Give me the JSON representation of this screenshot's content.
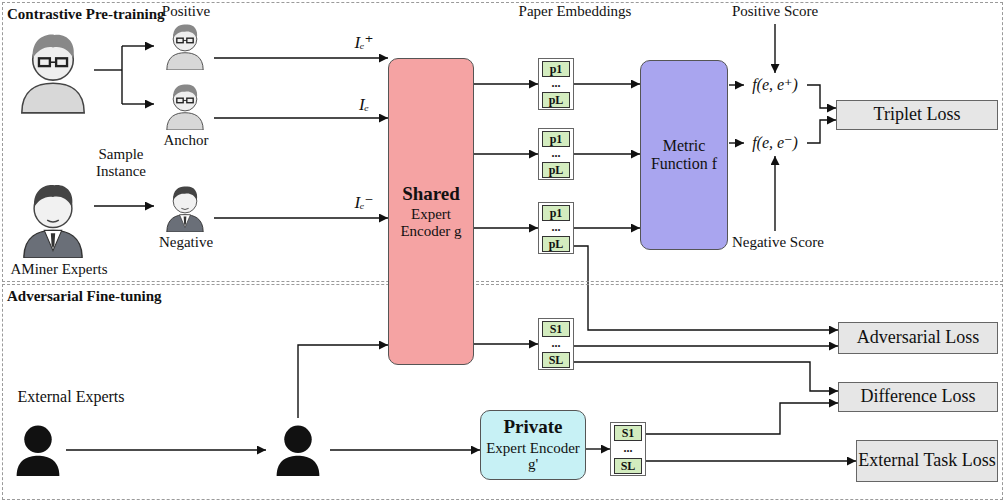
{
  "diagram": {
    "nodes": [
      {
        "text": [
          "Contrastive Pre-training"
        ]
      },
      {
        "text": [
          "Adversarial Fine-tuning"
        ]
      },
      {
        "text": [
          "Shared",
          "Expert Encoder g"
        ]
      },
      {
        "text": [
          "..."
        ],
        "in": 0
      },
      {
        "text": [
          "p1"
        ],
        "in": 3
      },
      {
        "text": [
          "pL"
        ],
        "in": 3
      },
      {
        "text": [
          "..."
        ],
        "in": 0
      },
      {
        "text": [
          "p1"
        ],
        "in": 6
      },
      {
        "text": [
          "pL"
        ],
        "in": 6
      },
      {
        "text": [
          "..."
        ],
        "in": 0
      },
      {
        "text": [
          "p1"
        ],
        "in": 9
      },
      {
        "text": [
          "pL"
        ],
        "in": 9
      },
      {
        "text": [
          "Metric Function f"
        ],
        "in": 0
      },
      {
        "text": [
          "Triplet Loss"
        ],
        "in": 0
      },
      {
        "text": [
          "Adversarial Loss"
        ],
        "in": 1
      },
      {
        "text": [
          "Difference Loss"
        ],
        "in": 1
      },
      {
        "text": [
          "External Task Loss"
        ],
        "in": 1
      },
      {
        "text": [
          "Private",
          "Expert Encoder g'"
        ],
        "in": 1
      },
      {
        "text": [
          "..."
        ],
        "in": 1
      },
      {
        "text": [
          "S1"
        ],
        "in": 18
      },
      {
        "text": [
          "SL"
        ],
        "in": 18
      },
      {
        "text": [
          "..."
        ],
        "in": 1
      },
      {
        "text": [
          "S1"
        ],
        "in": 21
      },
      {
        "text": [
          "SL"
        ],
        "in": 21
      }
    ],
    "edges": [
      {
        "from": 2,
        "to": 3,
        "arrow": "to"
      },
      {
        "from": 2,
        "to": 6,
        "arrow": "to"
      },
      {
        "from": 2,
        "to": 9,
        "arrow": "to"
      },
      {
        "from": 3,
        "to": 12,
        "arrow": "to"
      },
      {
        "from": 6,
        "to": 12,
        "arrow": "to"
      },
      {
        "from": 9,
        "to": 12,
        "arrow": "to"
      },
      {
        "from": 9,
        "to": 14,
        "arrow": "to"
      },
      {
        "from": 2,
        "to": 18,
        "arrow": "to"
      },
      {
        "from": 18,
        "to": 14,
        "arrow": "to"
      },
      {
        "from": 18,
        "to": 15,
        "arrow": "to"
      },
      {
        "from": 21,
        "to": 15,
        "arrow": "to"
      },
      {
        "from": 21,
        "to": 16,
        "arrow": "to"
      },
      {
        "from": 17,
        "to": 21,
        "arrow": "to"
      }
    ],
    "labels": [
      "Positive",
      "Anchor",
      "Negative",
      "AMiner Experts",
      "Sample Instance",
      "External Experts",
      "Paper Embeddings",
      "Positive Score",
      "Negative Score",
      "Iₑ⁺",
      "Iₑ",
      "Iₑ⁻",
      "f(e, e⁺)",
      "f(e, e⁻)"
    ]
  }
}
